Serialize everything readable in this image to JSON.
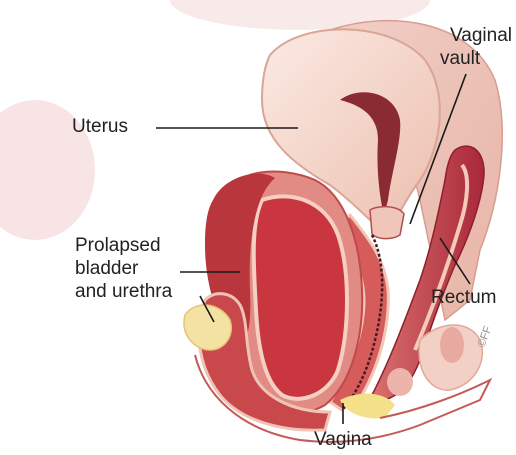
{
  "labels": {
    "uterus": "Uterus",
    "vaginal_vault_line1": "Vaginal",
    "vaginal_vault_line2": "vault",
    "prolapsed_line1": "Prolapsed",
    "prolapsed_line2": "bladder",
    "prolapsed_line3": "and urethra",
    "rectum": "Rectum",
    "vagina": "Vagina"
  },
  "watermark_text": "©FF",
  "colors": {
    "tissue_light": "#f3d2c6",
    "tissue_mid": "#e07a73",
    "tissue_dark": "#b8323a",
    "lumen": "#c9363f",
    "fat": "#f5e08a",
    "bone": "#f4d9cf",
    "background_blob": "#f6dfe0"
  }
}
